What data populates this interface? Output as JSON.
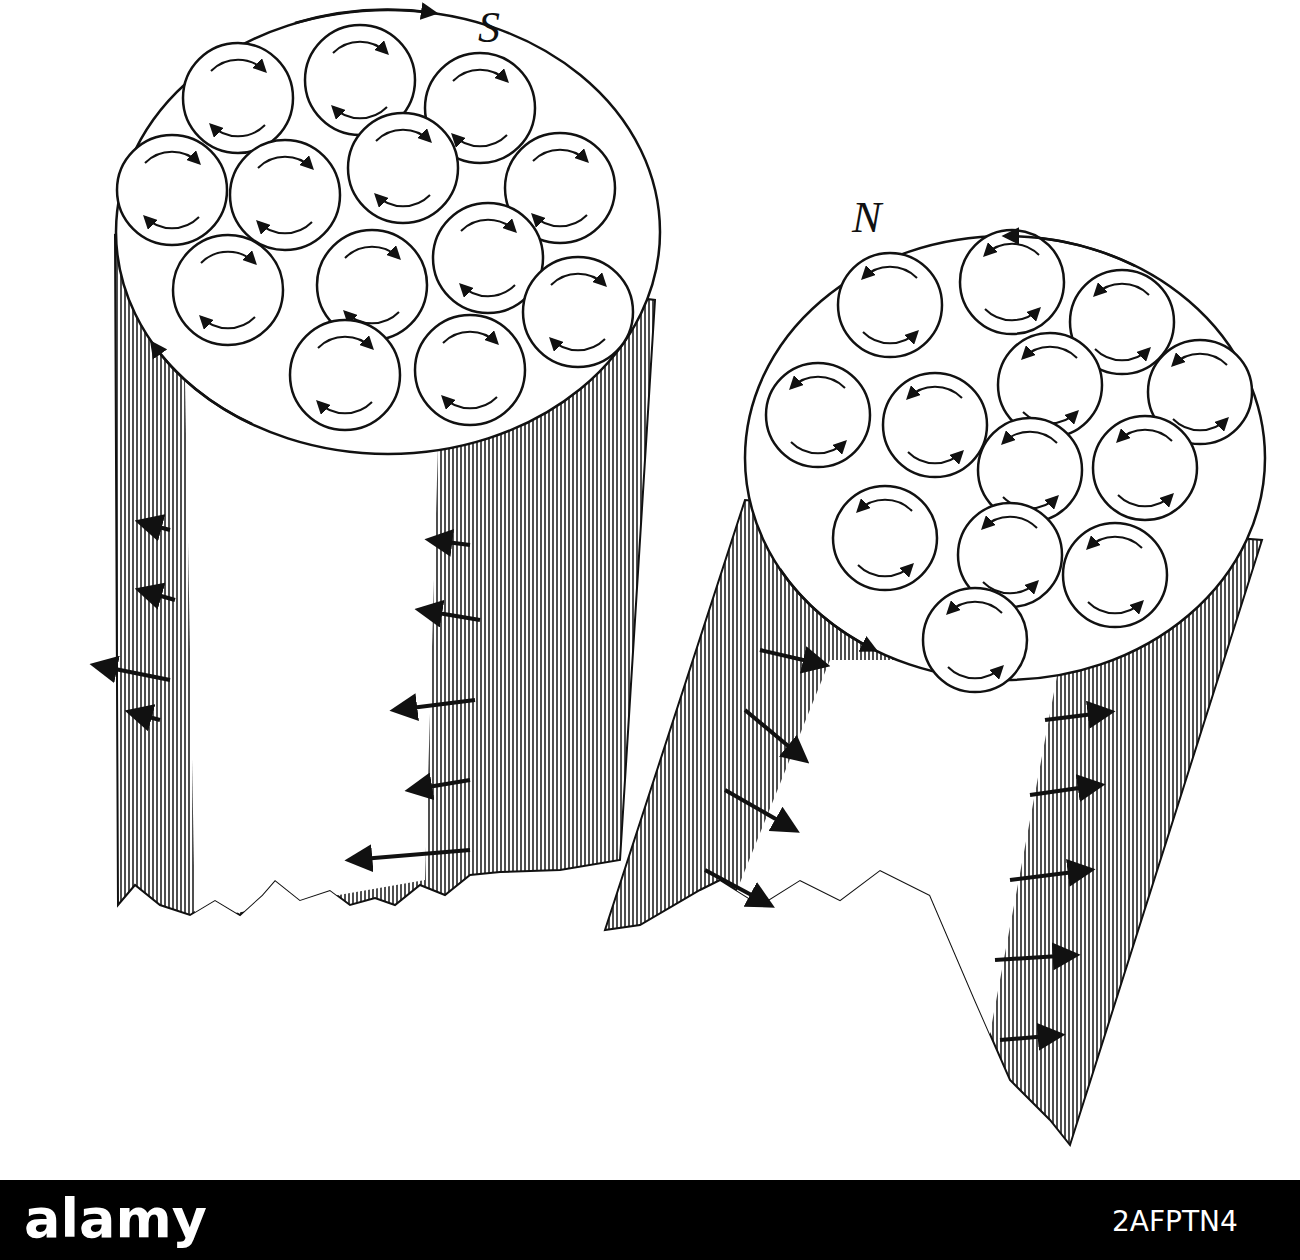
{
  "diagram": {
    "labels": [
      "S",
      "N",
      "alamy",
      "2AFPTN4"
    ]
  }
}
